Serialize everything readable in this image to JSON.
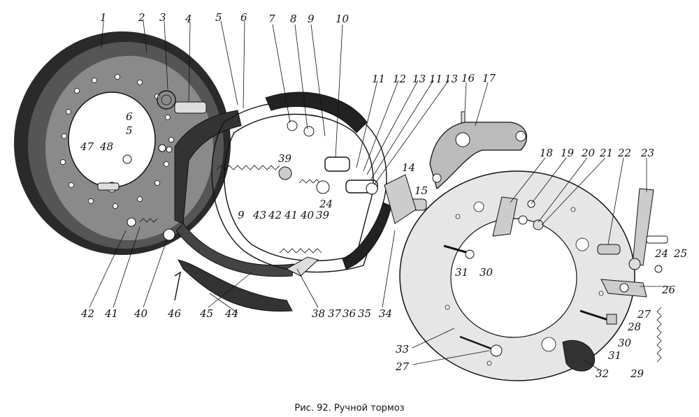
{
  "caption": "Рис. 92. Ручной тормоз",
  "labels": [
    "1",
    "2",
    "3",
    "4",
    "5",
    "6",
    "7",
    "8",
    "9",
    "10",
    "11",
    "12",
    "13",
    "11",
    "13",
    "16",
    "17",
    "6",
    "5",
    "47",
    "48",
    "39",
    "14",
    "15",
    "24",
    "9",
    "43",
    "42",
    "41",
    "40",
    "39",
    "18",
    "19",
    "20",
    "21",
    "22",
    "23",
    "24",
    "25",
    "26",
    "27",
    "28",
    "30",
    "31",
    "30",
    "31",
    "42",
    "41",
    "40",
    "46",
    "45",
    "44",
    "38",
    "37",
    "36",
    "35",
    "34",
    "33",
    "27",
    "32",
    "29"
  ]
}
